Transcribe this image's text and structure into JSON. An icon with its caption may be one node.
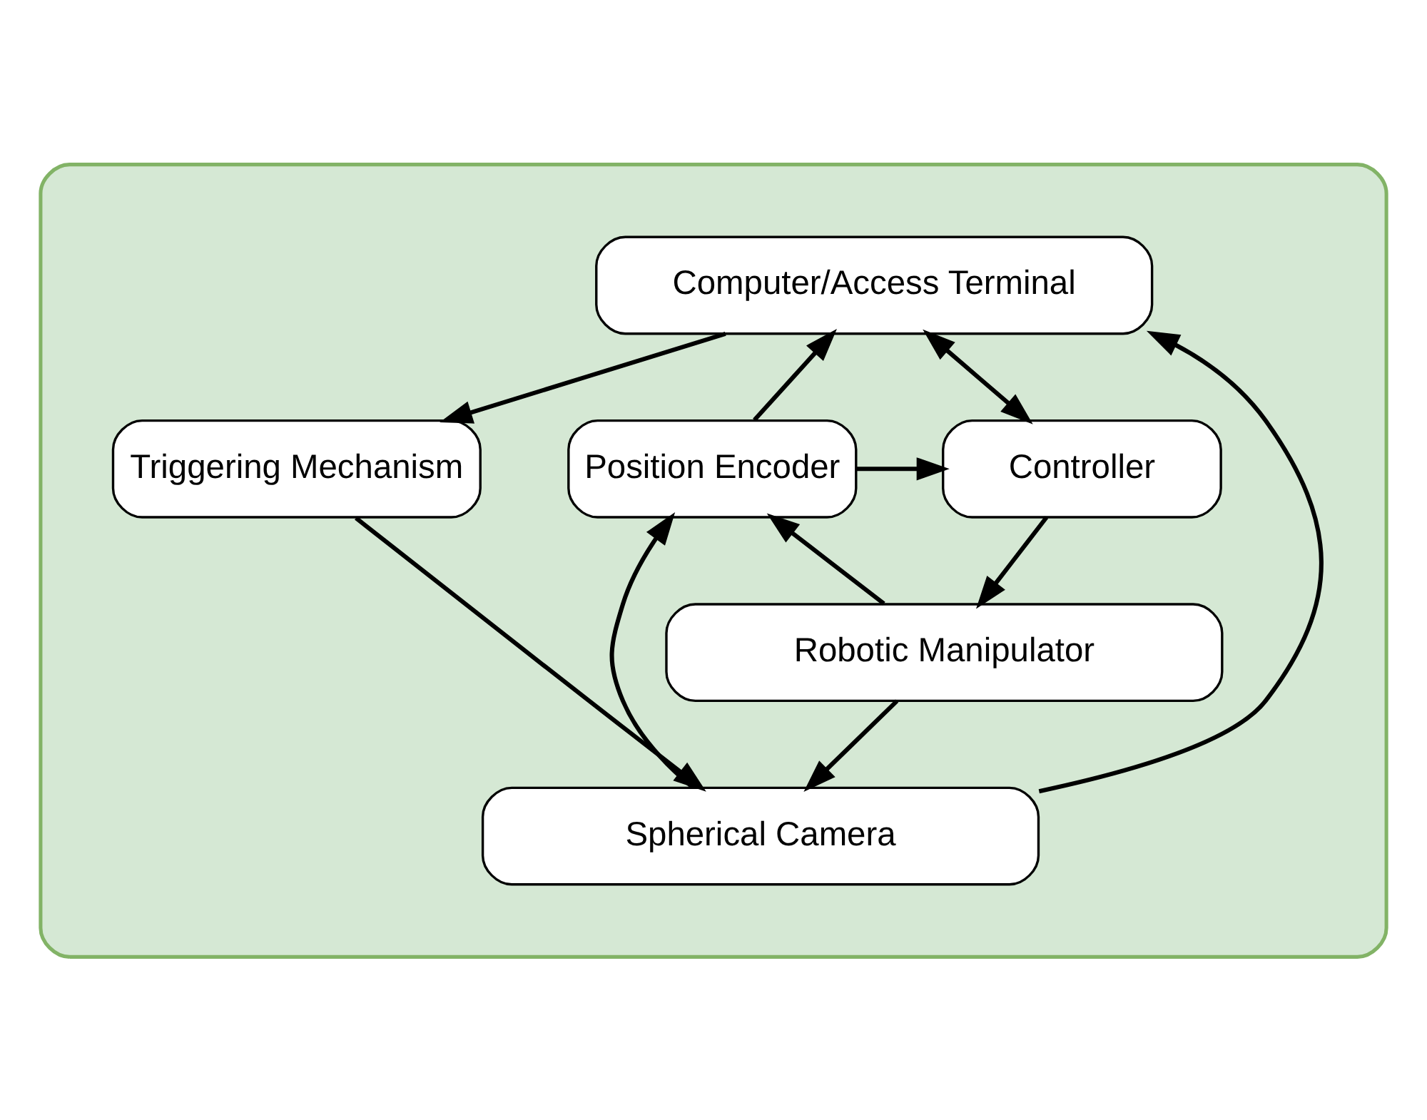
{
  "diagram": {
    "nodes": [
      {
        "text": [],
        "shape": "box"
      },
      {
        "text": [
          "Computer/Access Terminal"
        ],
        "in": 0
      },
      {
        "text": [
          "Controller"
        ],
        "in": 0
      },
      {
        "text": [
          "Position Encoder"
        ],
        "in": 0
      },
      {
        "text": [
          "Triggering Mechanism"
        ],
        "in": 0
      },
      {
        "text": [
          "Robotic Manipulator"
        ],
        "in": 0
      },
      {
        "text": [
          "Spherical Camera"
        ],
        "in": 0
      }
    ],
    "edges": [
      {
        "from": 1,
        "to": 2,
        "arrow": "both"
      },
      {
        "from": 3,
        "to": 2,
        "arrow": "to"
      },
      {
        "from": 3,
        "to": 1,
        "arrow": "to"
      },
      {
        "from": 1,
        "to": 4,
        "arrow": "to"
      },
      {
        "from": 2,
        "to": 5,
        "arrow": "to"
      },
      {
        "from": 5,
        "to": 3,
        "arrow": "to"
      },
      {
        "from": 6,
        "to": 3,
        "arrow": "to"
      },
      {
        "from": 5,
        "to": 6,
        "arrow": "to"
      },
      {
        "from": 6,
        "to": 1,
        "arrow": "to"
      },
      {
        "from": 4,
        "to": 6,
        "arrow": "to"
      }
    ]
  }
}
